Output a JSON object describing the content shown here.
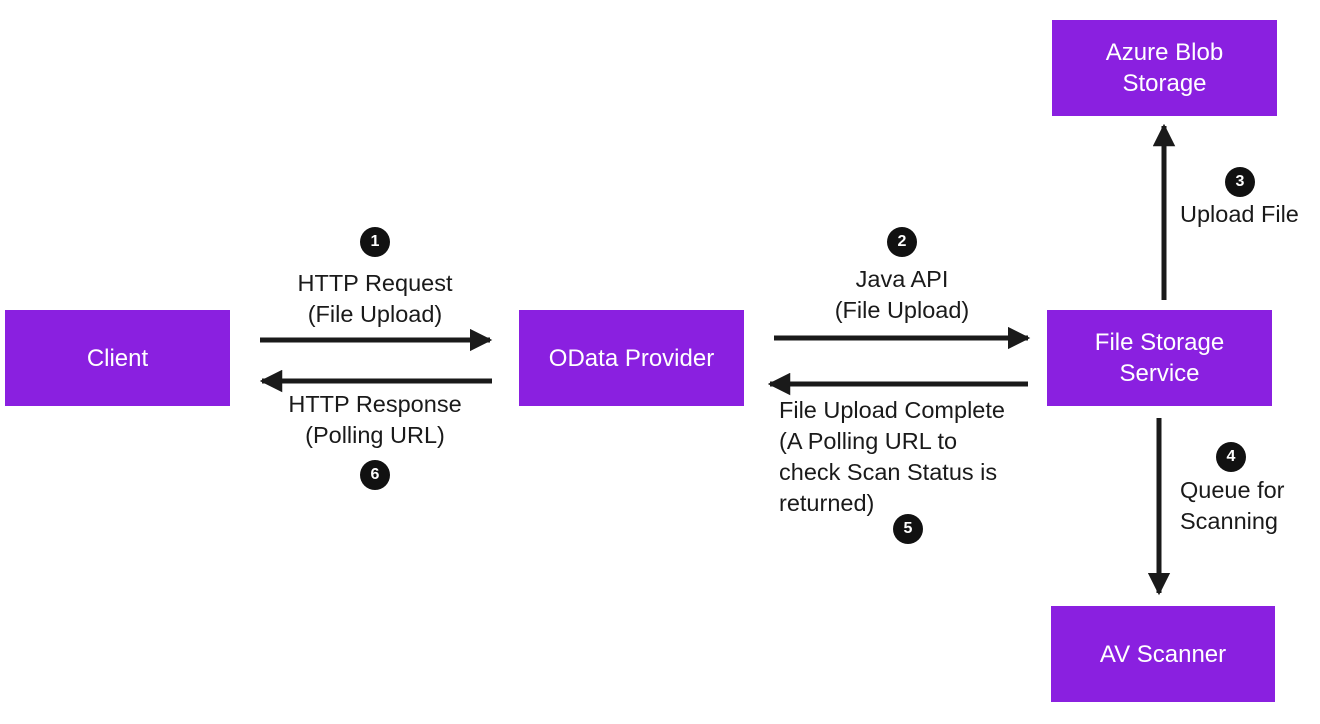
{
  "colors": {
    "node_fill": "#8a20e0",
    "arrow": "#1a1a1a",
    "badge": "#111111"
  },
  "nodes": {
    "client": "Client",
    "odata_provider": "OData Provider",
    "file_storage_service": "File Storage\nService",
    "azure_blob_storage": "Azure Blob\nStorage",
    "av_scanner": "AV Scanner"
  },
  "steps": {
    "s1": {
      "number": "1",
      "label": "HTTP Request\n(File Upload)"
    },
    "s2": {
      "number": "2",
      "label": "Java API\n(File Upload)"
    },
    "s3": {
      "number": "3",
      "label": "Upload File"
    },
    "s4": {
      "number": "4",
      "label": "Queue for\nScanning"
    },
    "s5": {
      "number": "5",
      "label": "File Upload Complete\n(A Polling URL to\ncheck Scan Status is\nreturned)"
    },
    "s6": {
      "number": "6",
      "label": "HTTP Response\n(Polling URL)"
    }
  }
}
